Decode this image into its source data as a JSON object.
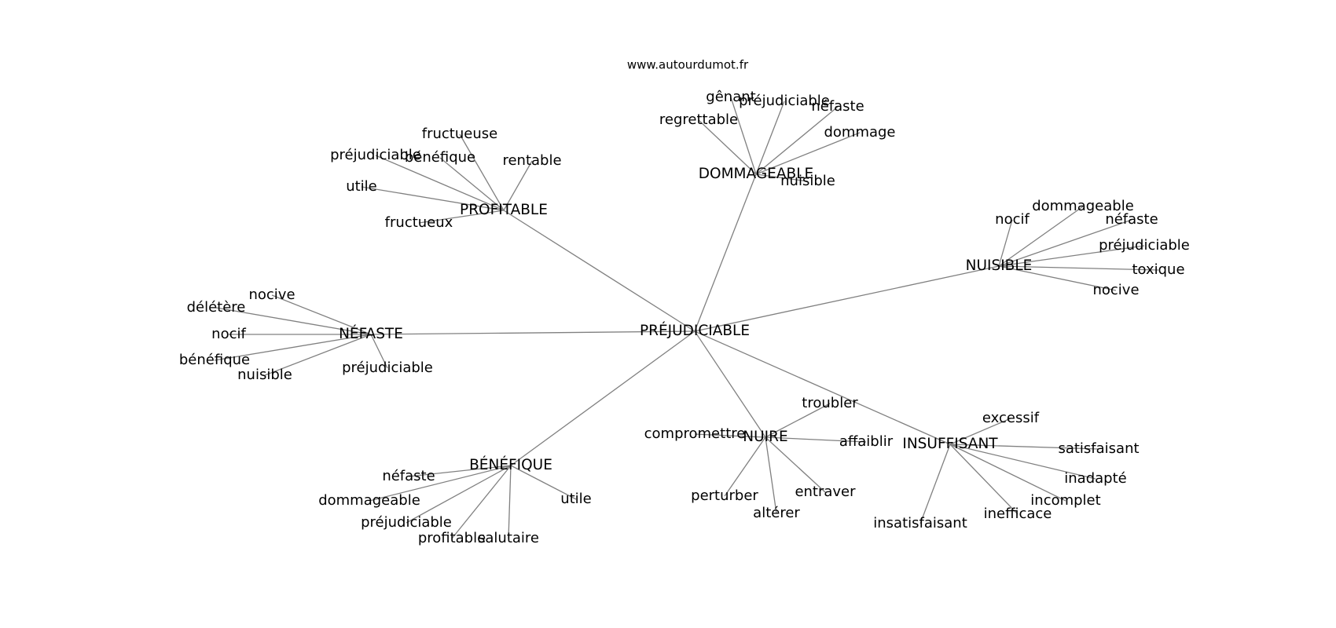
{
  "site": "www.autourdumot.fr",
  "center": "PRÉJUDICIABLE",
  "hubs": [
    {
      "label": "PROFITABLE",
      "leaves": [
        "fructueuse",
        "préjudiciable",
        "bénéfique",
        "rentable",
        "utile",
        "fructueux"
      ]
    },
    {
      "label": "DOMMAGEABLE",
      "leaves": [
        "gênant",
        "préjudiciable",
        "néfaste",
        "regrettable",
        "dommage",
        "nuisible"
      ]
    },
    {
      "label": "NUISIBLE",
      "leaves": [
        "nocif",
        "dommageable",
        "néfaste",
        "préjudiciable",
        "toxique",
        "nocive"
      ]
    },
    {
      "label": "NÉFASTE",
      "leaves": [
        "nocive",
        "délétère",
        "nocif",
        "bénéfique",
        "nuisible",
        "préjudiciable"
      ]
    },
    {
      "label": "BÉNÉFIQUE",
      "leaves": [
        "néfaste",
        "dommageable",
        "préjudiciable",
        "profitable",
        "salutaire",
        "utile"
      ]
    },
    {
      "label": "NUIRE",
      "leaves": [
        "troubler",
        "compromettre",
        "affaiblir",
        "perturber",
        "entraver",
        "altérer"
      ]
    },
    {
      "label": "INSUFFISANT",
      "leaves": [
        "excessif",
        "satisfaisant",
        "inadapté",
        "incomplet",
        "inefficace",
        "insatisfaisant"
      ]
    }
  ]
}
